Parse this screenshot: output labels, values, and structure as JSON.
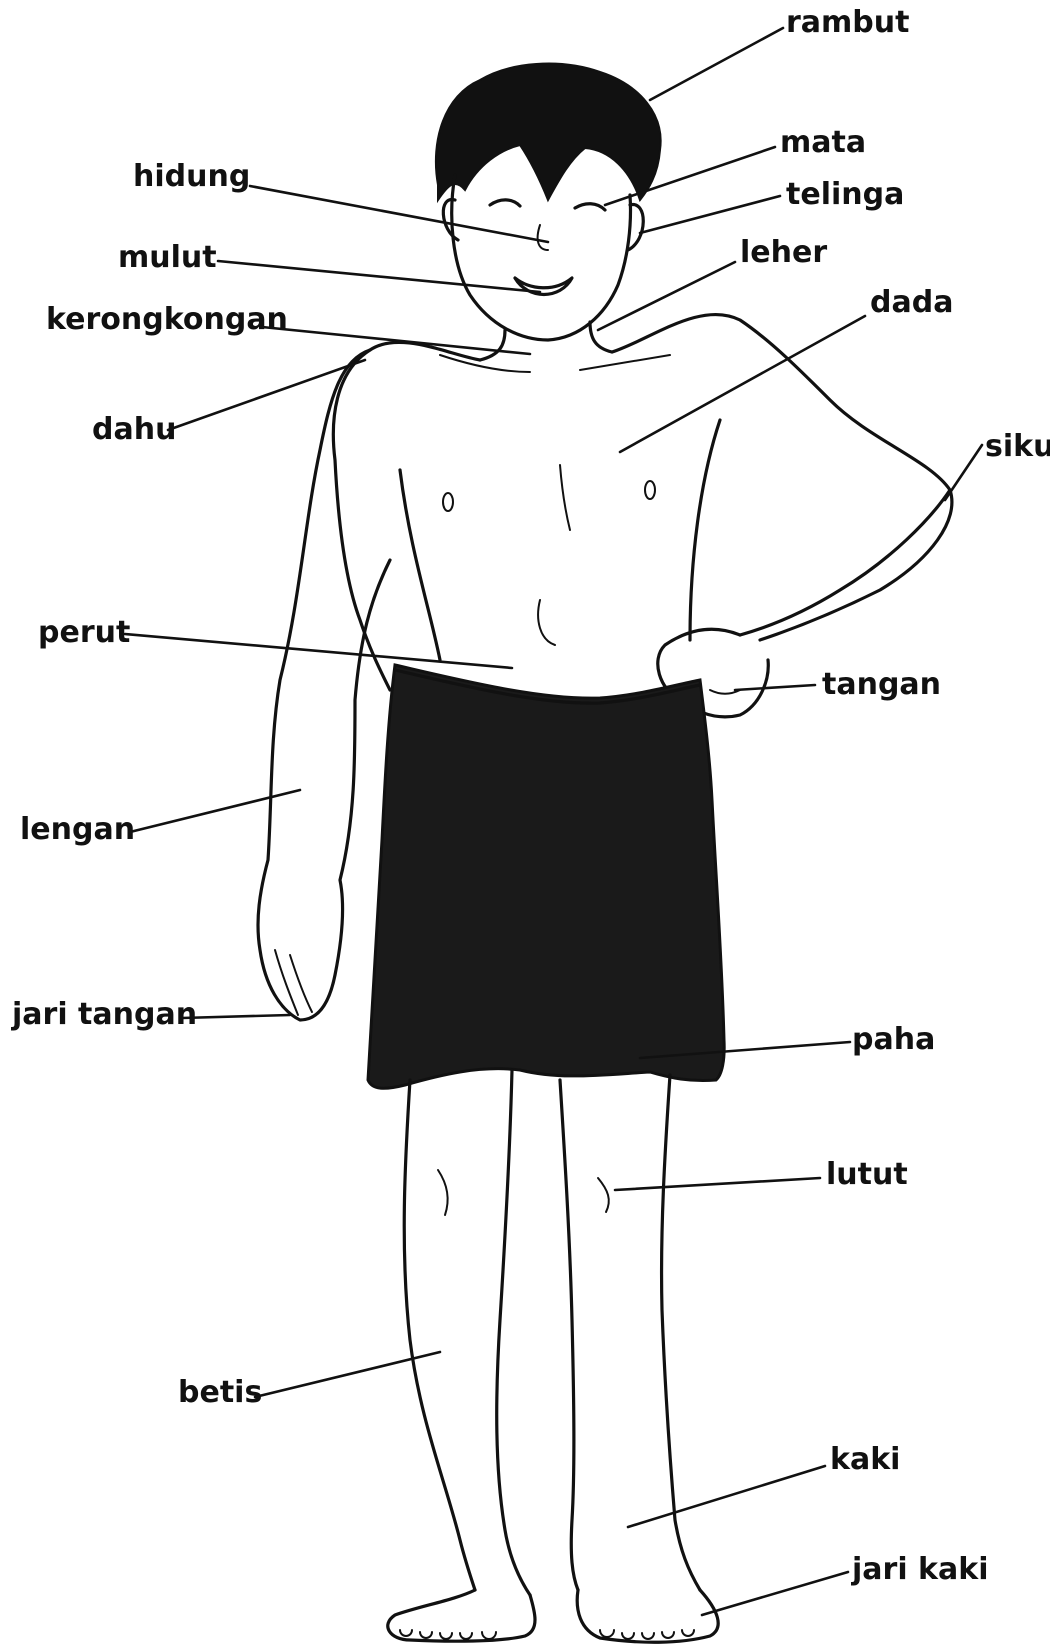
{
  "labels": {
    "rambut": "rambut",
    "mata": "mata",
    "hidung": "hidung",
    "telinga": "telinga",
    "mulut": "mulut",
    "leher": "leher",
    "kerongkongan": "kerongkongan",
    "dada": "dada",
    "dahu": "dahu",
    "siku": "siku",
    "perut": "perut",
    "tangan": "tangan",
    "lengan": "lengan",
    "jari_tangan": "jari tangan",
    "paha": "paha",
    "lutut": "lutut",
    "betis": "betis",
    "kaki": "kaki",
    "jari_kaki": "jari kaki"
  },
  "colors": {
    "ink": "#111111",
    "sarong": "#1a1a1a",
    "hair": "#111111",
    "background": "#ffffff"
  }
}
